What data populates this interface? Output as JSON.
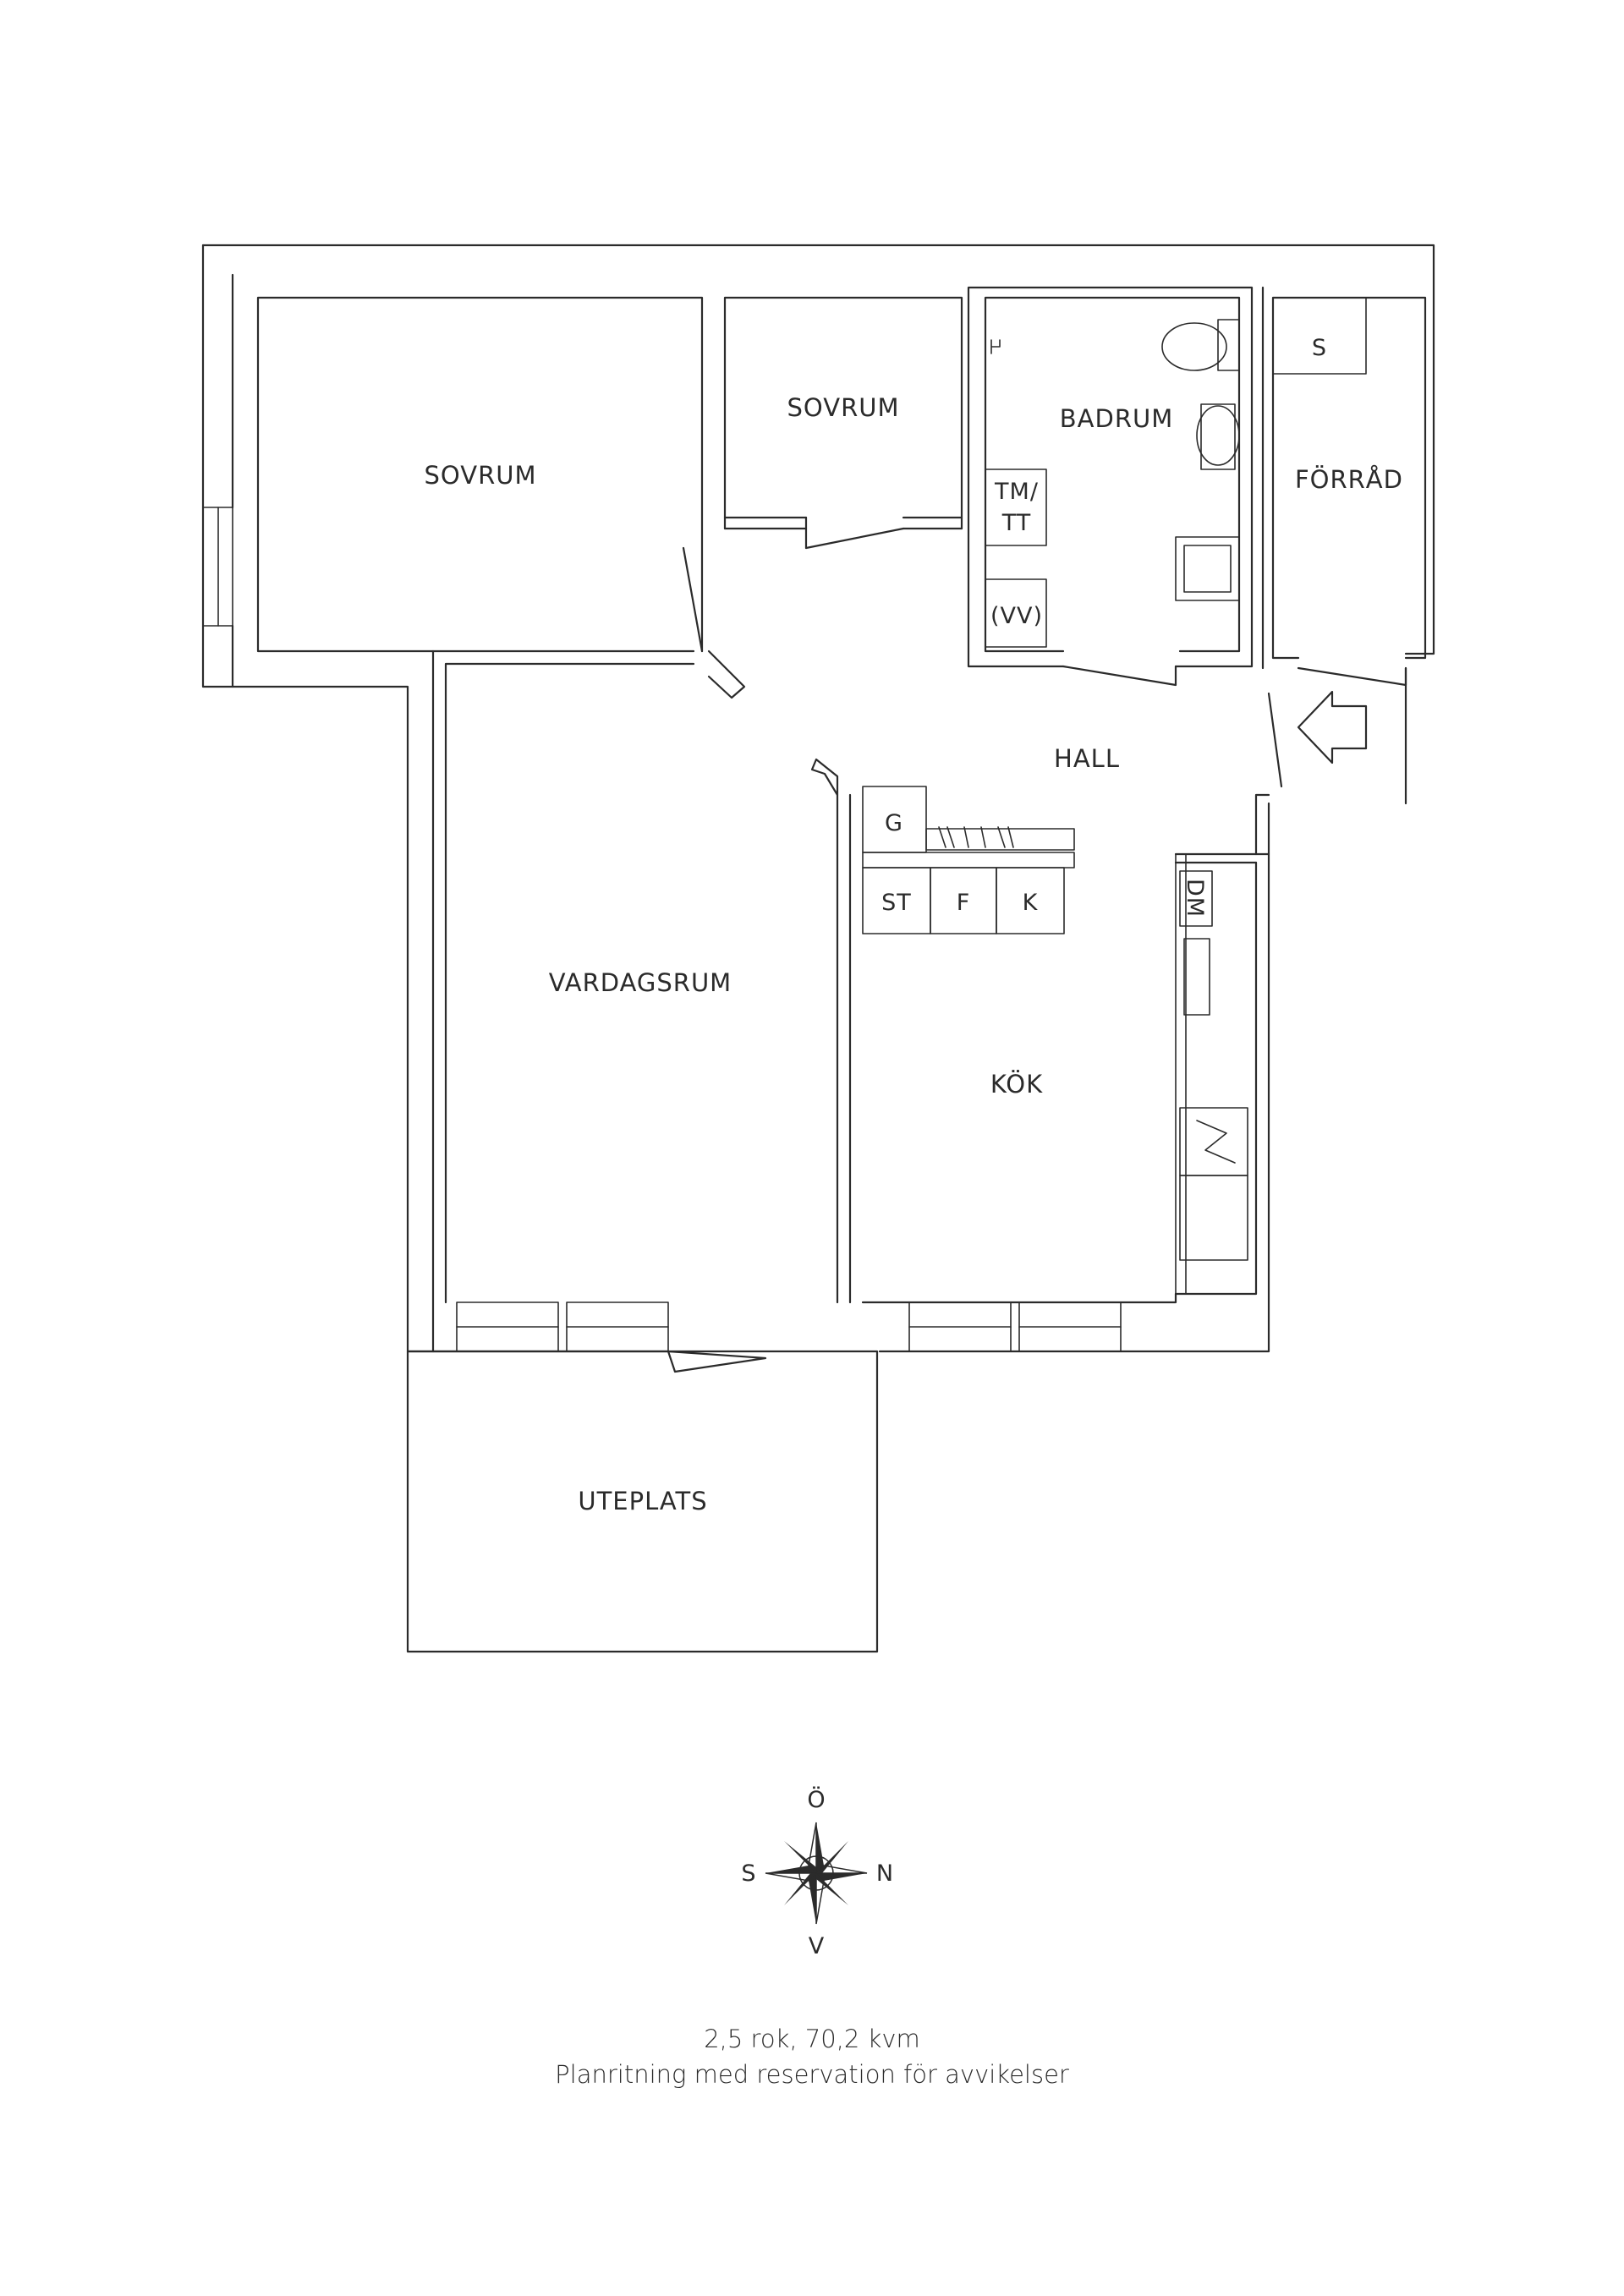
{
  "rooms": {
    "sovrum_large": "SOVRUM",
    "sovrum_small": "SOVRUM",
    "badrum": "BADRUM",
    "forrad": "FÖRRÅD",
    "hall": "HALL",
    "vardagsrum": "VARDAGSRUM",
    "kok": "KÖK",
    "uteplats": "UTEPLATS"
  },
  "fixtures": {
    "tm": "TM/",
    "tt": "TT",
    "vv": "(VV)",
    "s": "S",
    "g": "G",
    "st": "ST",
    "f": "F",
    "k": "K",
    "dm": "DM"
  },
  "compass": {
    "north": "N",
    "south": "S",
    "east": "Ö",
    "west": "V"
  },
  "caption": {
    "line1": "2,5 rok, 70,2 kvm",
    "line2": "Planritning med reservation för avvikelser"
  }
}
